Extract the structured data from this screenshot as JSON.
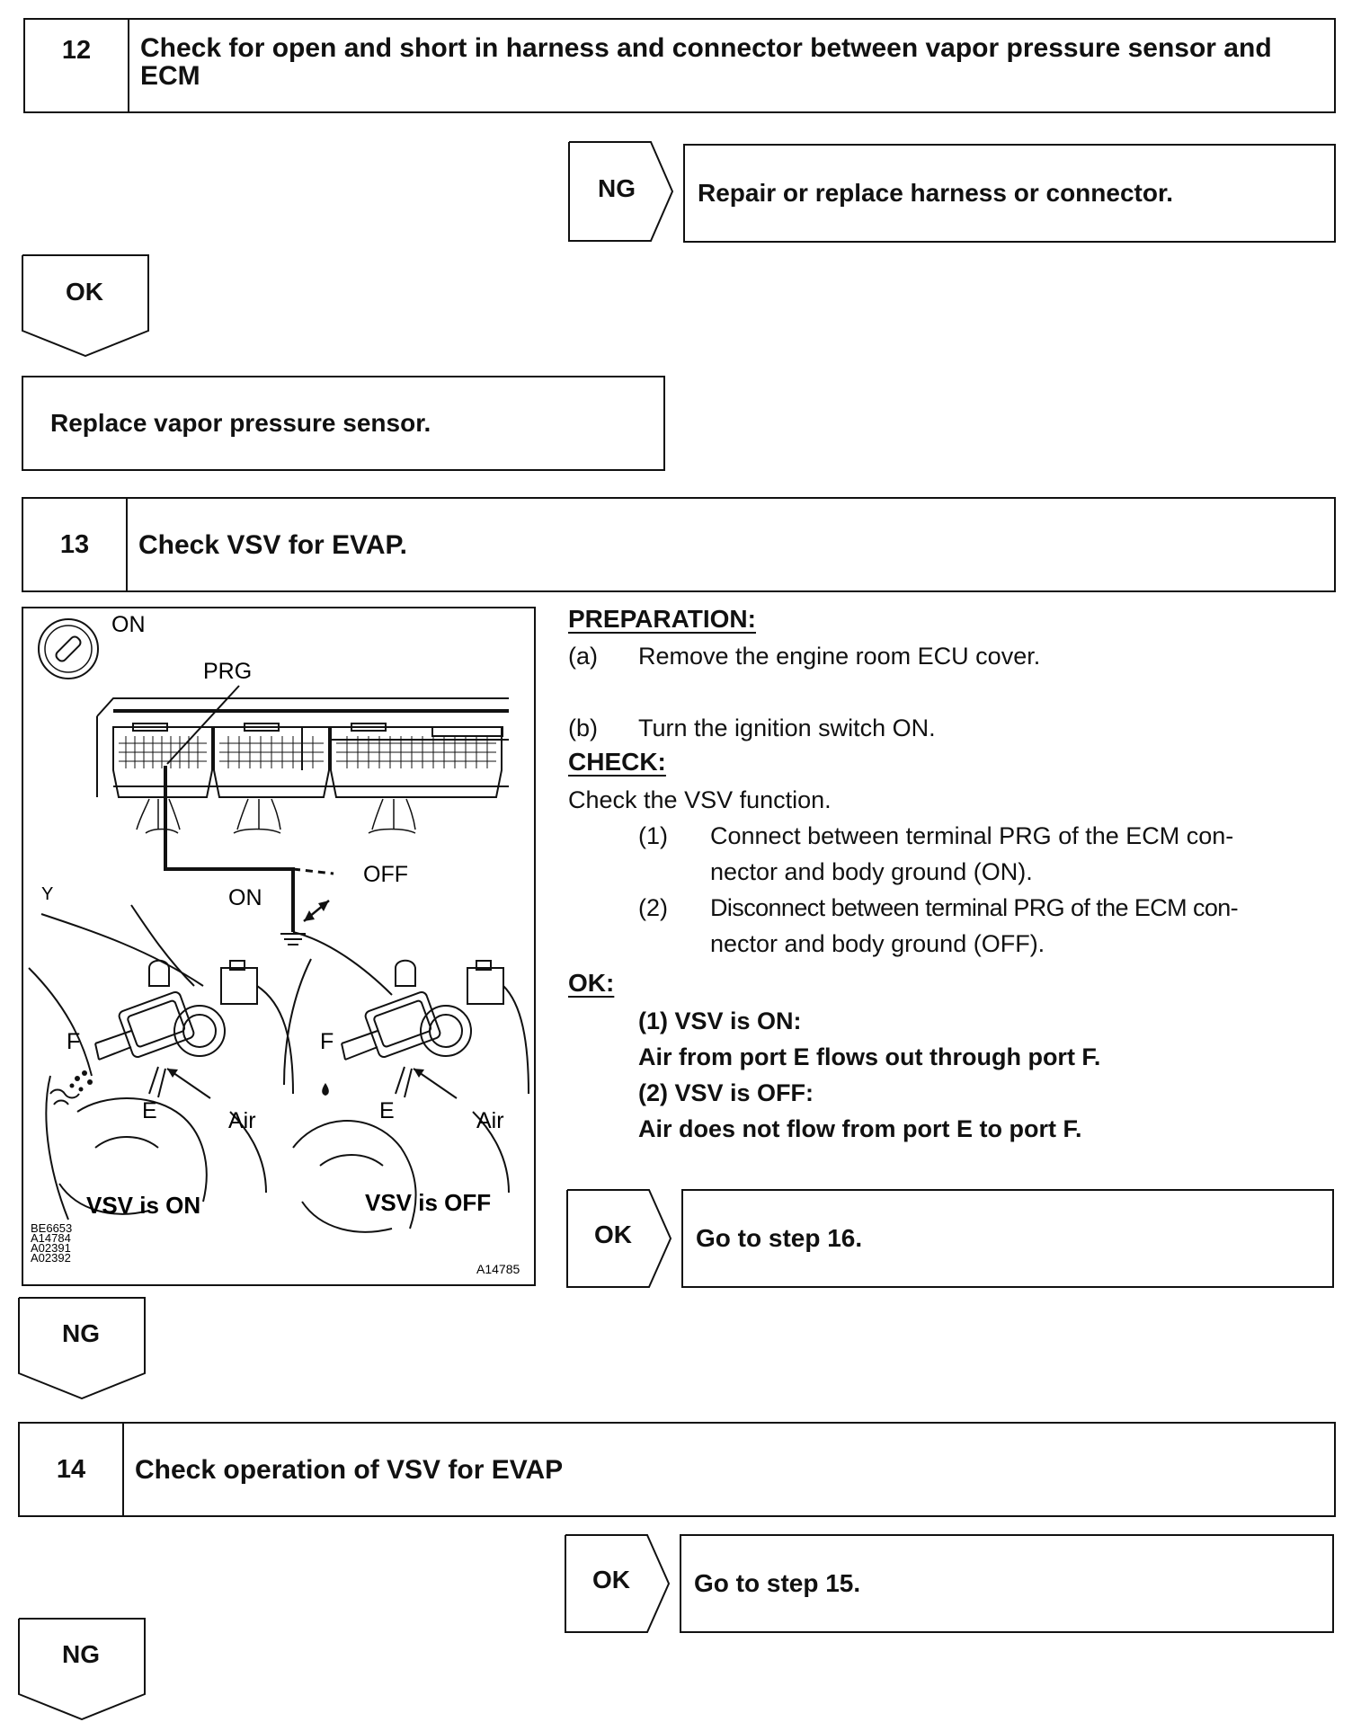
{
  "step12": {
    "number": "12",
    "title": "Check for open and short in harness and connector between vapor pressure sensor and ECM",
    "ng_tag": "NG",
    "ng_action": "Repair or replace harness or connector.",
    "ok_tag": "OK",
    "ok_action": "Replace vapor pressure sensor."
  },
  "step13": {
    "number": "13",
    "title": "Check VSV for EVAP.",
    "figure": {
      "on_label": "ON",
      "prg_label": "PRG",
      "switch_on": "ON",
      "switch_off": "OFF",
      "y_label": "Y",
      "port_f_left": "F",
      "port_e_left": "E",
      "air_left": "Air",
      "port_f_right": "F",
      "port_e_right": "E",
      "air_right": "Air",
      "caption_left": "VSV is ON",
      "caption_right": "VSV is OFF",
      "codes": [
        "BE6653",
        "A14784",
        "A02391",
        "A02392"
      ],
      "figure_id": "A14785"
    },
    "preparation_heading": "PREPARATION:",
    "prep_a_marker": "(a)",
    "prep_a": "Remove the engine room ECU cover.",
    "prep_b_marker": "(b)",
    "prep_b": "Turn the ignition switch ON.",
    "check_heading": "CHECK:",
    "check_intro": "Check the VSV function.",
    "check_1_marker": "(1)",
    "check_1_a": "Connect between terminal PRG of the ECM con-",
    "check_1_b": "nector and body ground (ON).",
    "check_2_marker": "(2)",
    "check_2_a": "Disconnect between terminal PRG of the ECM con-",
    "check_2_b": "nector and body ground (OFF).",
    "ok_heading": "OK:",
    "ok_1": "(1)  VSV is ON:",
    "ok_2": "Air from port E flows out through port F.",
    "ok_3": "(2)  VSV is OFF:",
    "ok_4": "Air does not flow from port E to port F.",
    "ok_tag": "OK",
    "ok_action": "Go to step 16.",
    "ng_tag": "NG"
  },
  "step14": {
    "number": "14",
    "title": "Check operation of VSV for EVAP",
    "ok_tag": "OK",
    "ok_action": "Go to step 15.",
    "ng_tag": "NG"
  }
}
